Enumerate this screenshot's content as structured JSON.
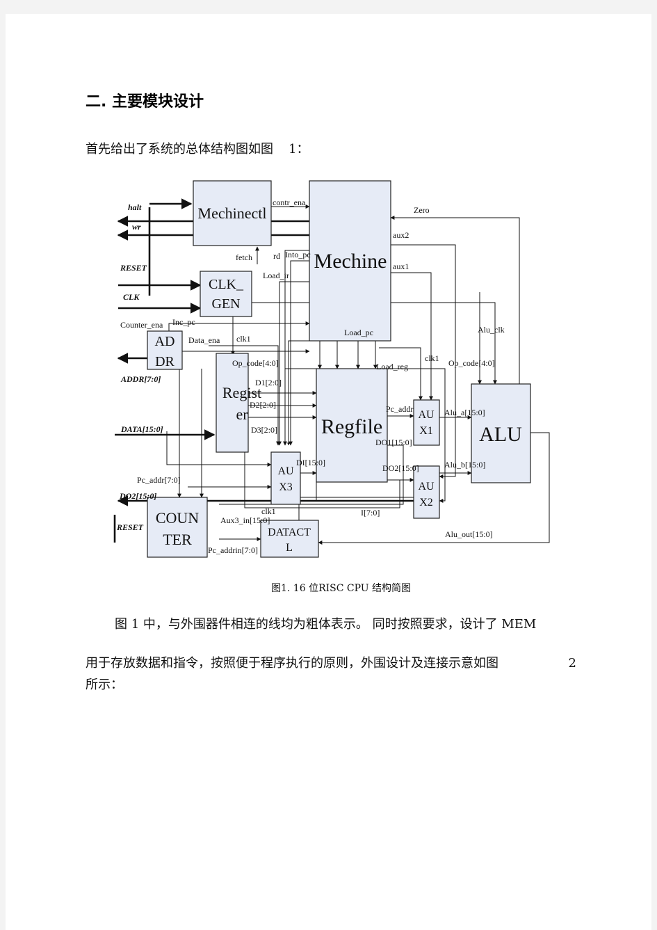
{
  "heading": "二. 主要模块设计",
  "intro": {
    "text": "首先给出了系统的总体结构图如图",
    "ref": "1："
  },
  "caption": "图1. 16 位RISC CPU 结构简图",
  "paragraph": {
    "line1": "图 1 中，与外围器件相连的线均为粗体表示。 同时按照要求，设计了 MEM",
    "line2": "用于存放数据和指令，按照便于程序执行的原则，外围设计及连接示意如图",
    "ref": "2",
    "line3": "所示："
  },
  "diagram": {
    "blocks": {
      "mechinectl": "Mechinectl",
      "mechine": "Mechine",
      "clkgen_1": "CLK_",
      "clkgen_2": "GEN",
      "addr_1": "AD",
      "addr_2": "DR",
      "register_1": "Regist",
      "register_2": "er",
      "regfile": "Regfile",
      "aux1_1": "AU",
      "aux1_2": "X1",
      "alu": "ALU",
      "aux3_1": "AU",
      "aux3_2": "X3",
      "aux2_1": "AU",
      "aux2_2": "X2",
      "counter_1": "COUN",
      "counter_2": "TER",
      "datactl_1": "DATACT",
      "datactl_2": "L"
    },
    "pins": {
      "halt": "halt",
      "wr": "wr",
      "reset": "RESET",
      "clk": "CLK",
      "addr": "ADDR[7:0]",
      "data": "DATA[15:0]",
      "do2": "DO2[15:0]",
      "reset2": "RESET"
    },
    "signals": {
      "contr_ena": "contr_ena",
      "zero": "Zero",
      "aux2": "aux2",
      "aux1": "aux1",
      "fetch": "fetch",
      "rd": "rd",
      "into_pc": "Into_pc",
      "load_ir": "Load_ir",
      "counter_ena": "Counter_ena",
      "inc_pc": "Inc_pc",
      "data_ena": "Data_ena",
      "clk1_a": "clk1",
      "load_pc": "Load_pc",
      "alu_clk": "Alu_clk",
      "op_code_a": "Op_code[4:0]",
      "load_reg": "Load_reg",
      "clk1_b": "clk1",
      "op_code_b": "Op_code[4:0]",
      "d1": "D1[2:0]",
      "d2": "D2[2:0]",
      "d3": "D3[2:0]",
      "pc_addr": "Pc_addr",
      "alu_a": "Alu_a[15:0]",
      "do1": "DO1[15:0]",
      "di": "DI[15:0]",
      "do2_sig": "DO2[15:0]",
      "alu_b": "Alu_b[15:0]",
      "pc_addr_70": "Pc_addr[7:0]",
      "i70": "I[7:0]",
      "clk1_c": "clk1",
      "aux3_in": "Aux3_in[15:0]",
      "alu_out": "Alu_out[15:0]",
      "pc_addrin": "Pc_addrin[7:0]"
    }
  }
}
